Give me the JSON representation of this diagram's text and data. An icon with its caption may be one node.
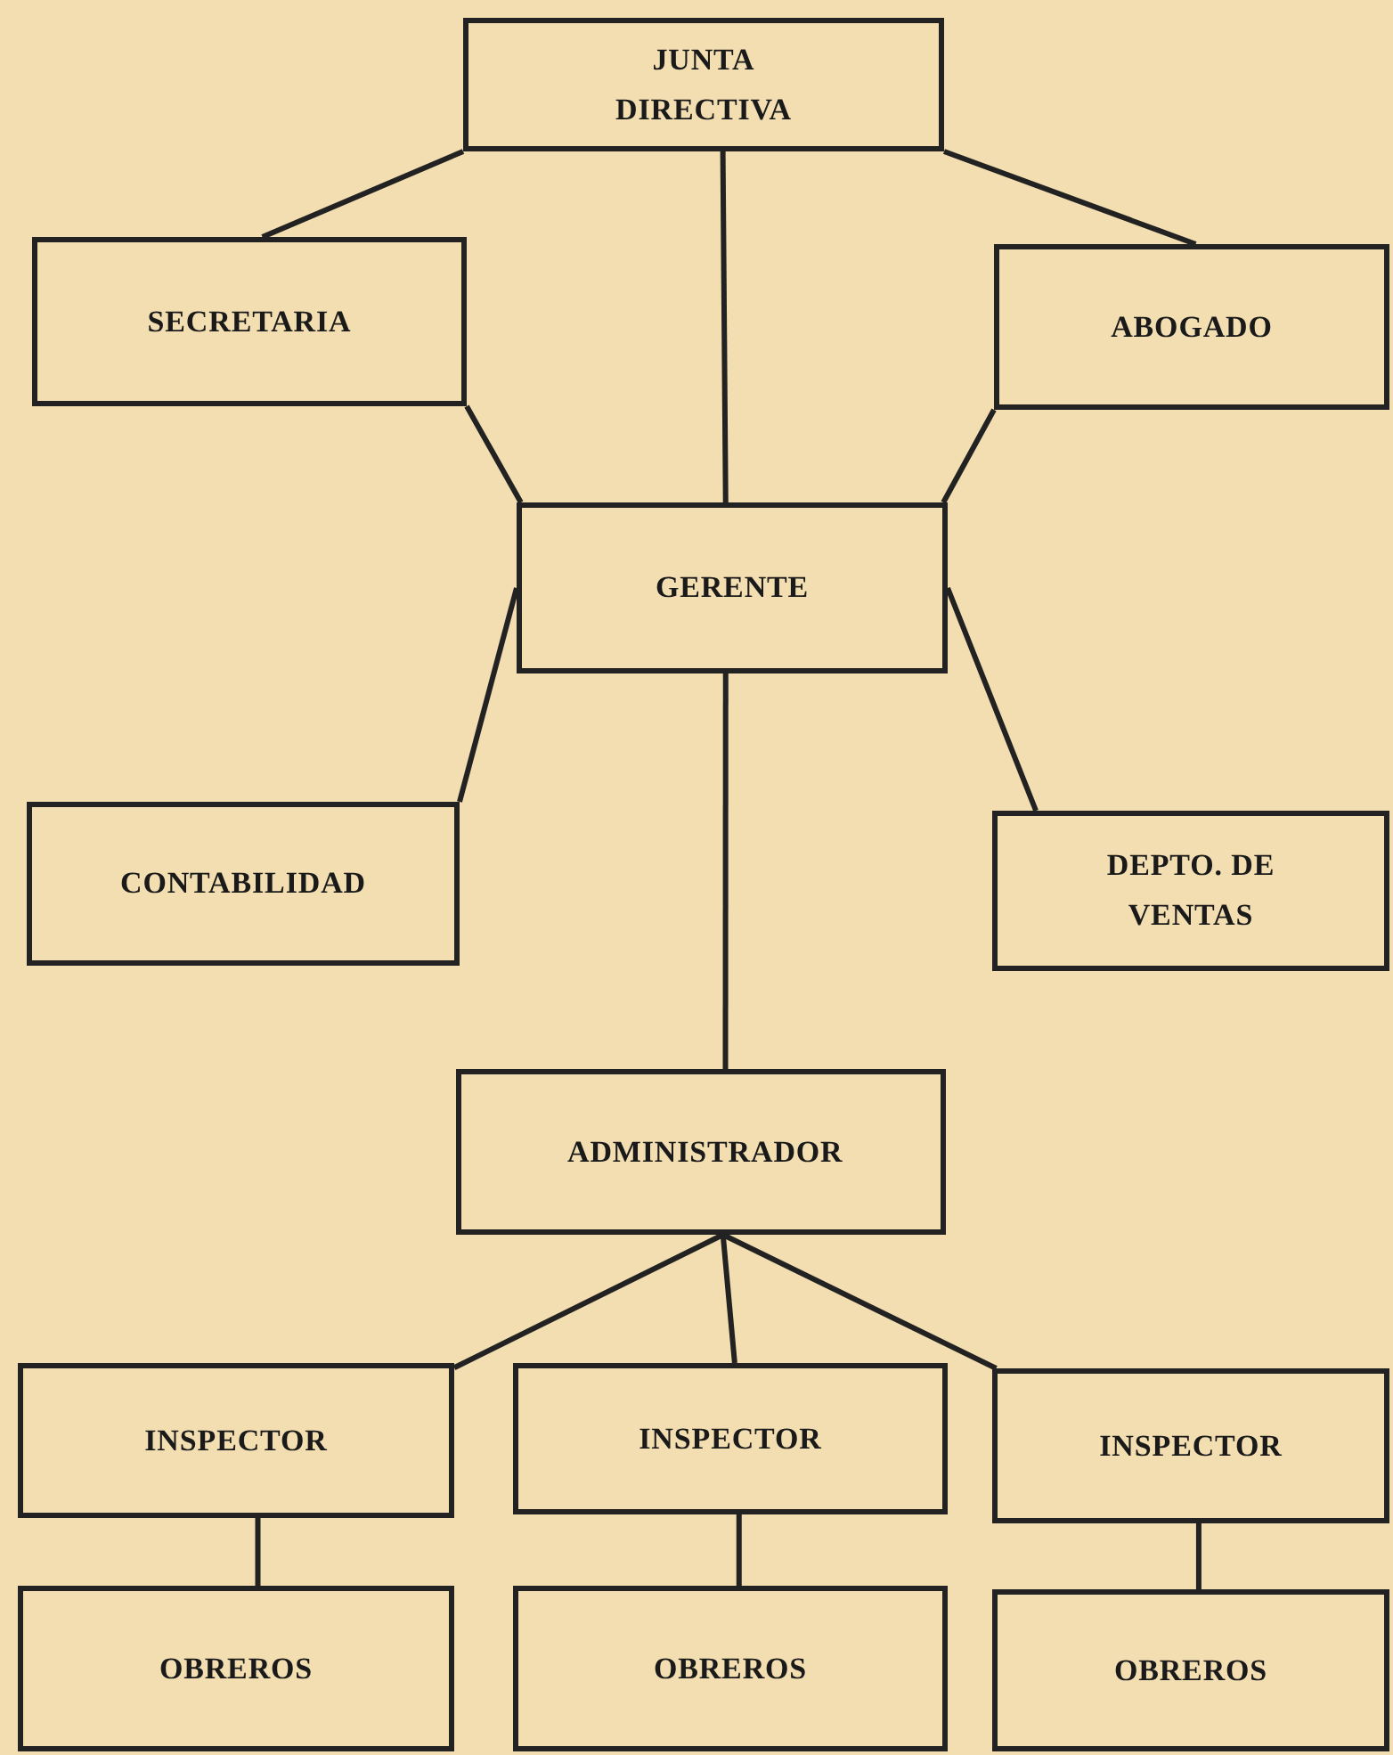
{
  "diagram": {
    "nodes": [
      {
        "text": [
          "JUNTA DIRECTIVA"
        ]
      },
      {
        "text": [
          "SECRETARIA"
        ]
      },
      {
        "text": [
          "ABOGADO"
        ]
      },
      {
        "text": [
          "GERENTE"
        ]
      },
      {
        "text": [
          "CONTABILIDAD"
        ]
      },
      {
        "text": [
          "DEPTO. DE VENTAS"
        ]
      },
      {
        "text": [
          "ADMINISTRADOR"
        ]
      },
      {
        "text": [
          "INSPECTOR"
        ]
      },
      {
        "text": [
          "INSPECTOR"
        ]
      },
      {
        "text": [
          "INSPECTOR"
        ]
      },
      {
        "text": [
          "OBREROS"
        ]
      },
      {
        "text": [
          "OBREROS"
        ]
      },
      {
        "text": [
          "OBREROS"
        ]
      }
    ],
    "edges": [
      {
        "from": 0,
        "to": 1,
        "arrow": "none"
      },
      {
        "from": 0,
        "to": 3,
        "arrow": "none"
      },
      {
        "from": 0,
        "to": 2,
        "arrow": "none"
      },
      {
        "from": 1,
        "to": 3,
        "arrow": "none"
      },
      {
        "from": 2,
        "to": 3,
        "arrow": "none"
      },
      {
        "from": 3,
        "to": 4,
        "arrow": "none"
      },
      {
        "from": 3,
        "to": 5,
        "arrow": "none"
      },
      {
        "from": 3,
        "to": 6,
        "arrow": "none"
      },
      {
        "from": 6,
        "to": 7,
        "arrow": "none"
      },
      {
        "from": 6,
        "to": 8,
        "arrow": "none"
      },
      {
        "from": 6,
        "to": 9,
        "arrow": "none"
      },
      {
        "from": 7,
        "to": 10,
        "arrow": "none"
      },
      {
        "from": 8,
        "to": 11,
        "arrow": "none"
      },
      {
        "from": 9,
        "to": 12,
        "arrow": "none"
      }
    ]
  }
}
